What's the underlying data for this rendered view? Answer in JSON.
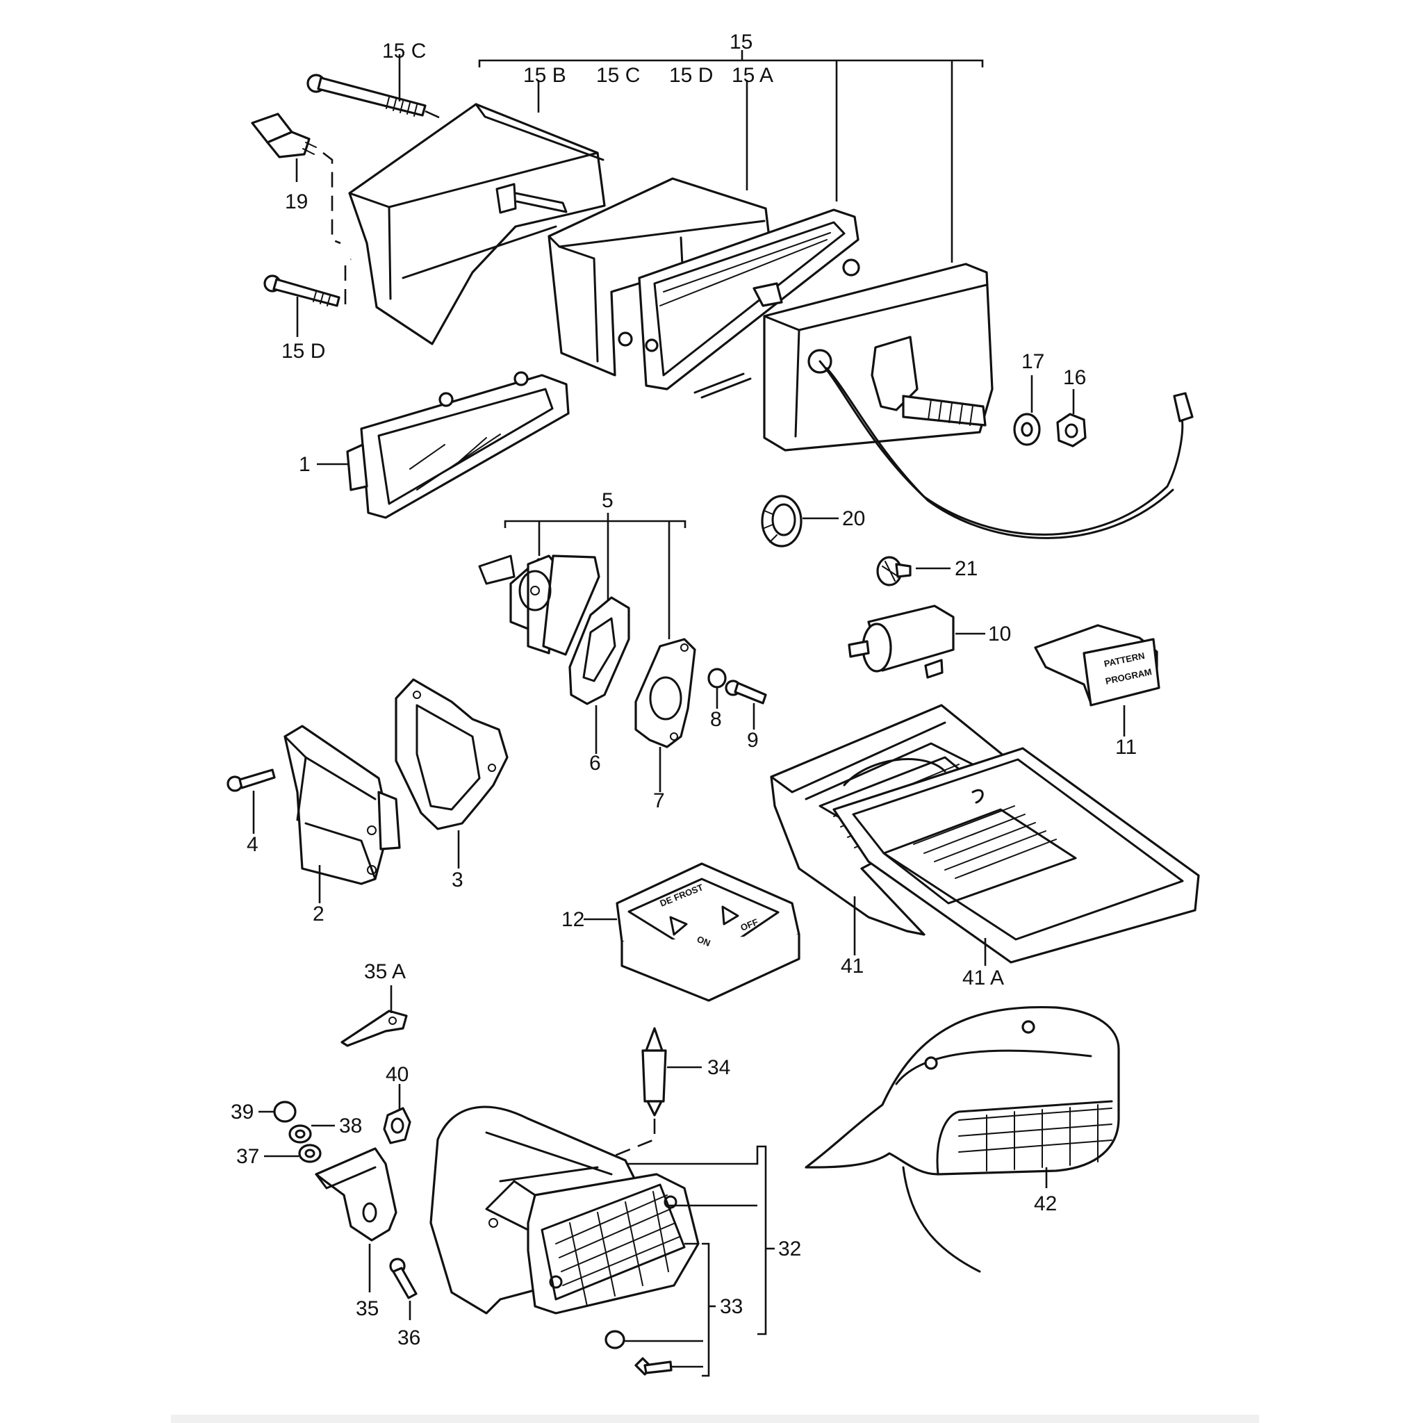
{
  "labels": {
    "l15c_top": "15 C",
    "l15": "15",
    "l15b": "15 B",
    "l15c": "15 C",
    "l15d": "15 D",
    "l15a": "15 A",
    "l19": "19",
    "l15d_left": "15 D",
    "l17": "17",
    "l16": "16",
    "l1": "1",
    "l20": "20",
    "l5": "5",
    "l21": "21",
    "l10": "10",
    "l11": "11",
    "l6": "6",
    "l7": "7",
    "l8": "8",
    "l9": "9",
    "l4": "4",
    "l3": "3",
    "l2": "2",
    "l12": "12",
    "l41": "41",
    "l41a": "41 A",
    "l35a": "35 A",
    "l34": "34",
    "l40": "40",
    "l39": "39",
    "l38": "38",
    "l37": "37",
    "l32": "32",
    "l42": "42",
    "l33": "33",
    "l35": "35",
    "l36": "36"
  },
  "switch12": {
    "top": "DE FROST",
    "left": "ON",
    "right": "OFF"
  },
  "switch11": {
    "top": "PATTERN",
    "bottom": "PROGRAM"
  },
  "colors": {
    "ink": "#111111",
    "background": "#ffffff"
  }
}
